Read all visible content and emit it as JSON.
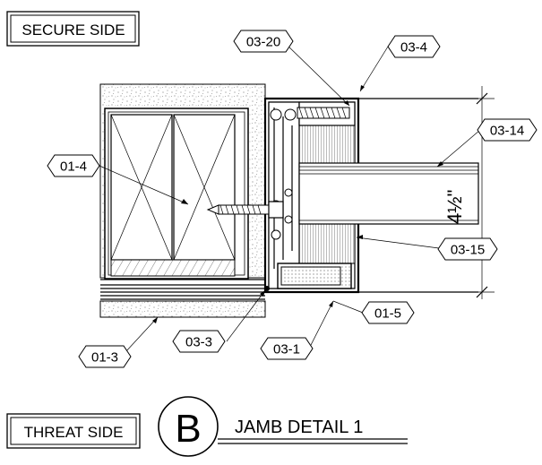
{
  "header": {
    "secure_side_label": "SECURE SIDE"
  },
  "footer": {
    "threat_side_label": "THREAT SIDE",
    "detail_letter": "B",
    "detail_title": "JAMB DETAIL 1"
  },
  "dimension": {
    "text": "4½\""
  },
  "tags": [
    {
      "id": "01-4"
    },
    {
      "id": "01-3"
    },
    {
      "id": "03-3"
    },
    {
      "id": "03-1"
    },
    {
      "id": "01-5"
    },
    {
      "id": "03-15"
    },
    {
      "id": "03-14"
    },
    {
      "id": "03-20"
    },
    {
      "id": "03-4"
    }
  ]
}
